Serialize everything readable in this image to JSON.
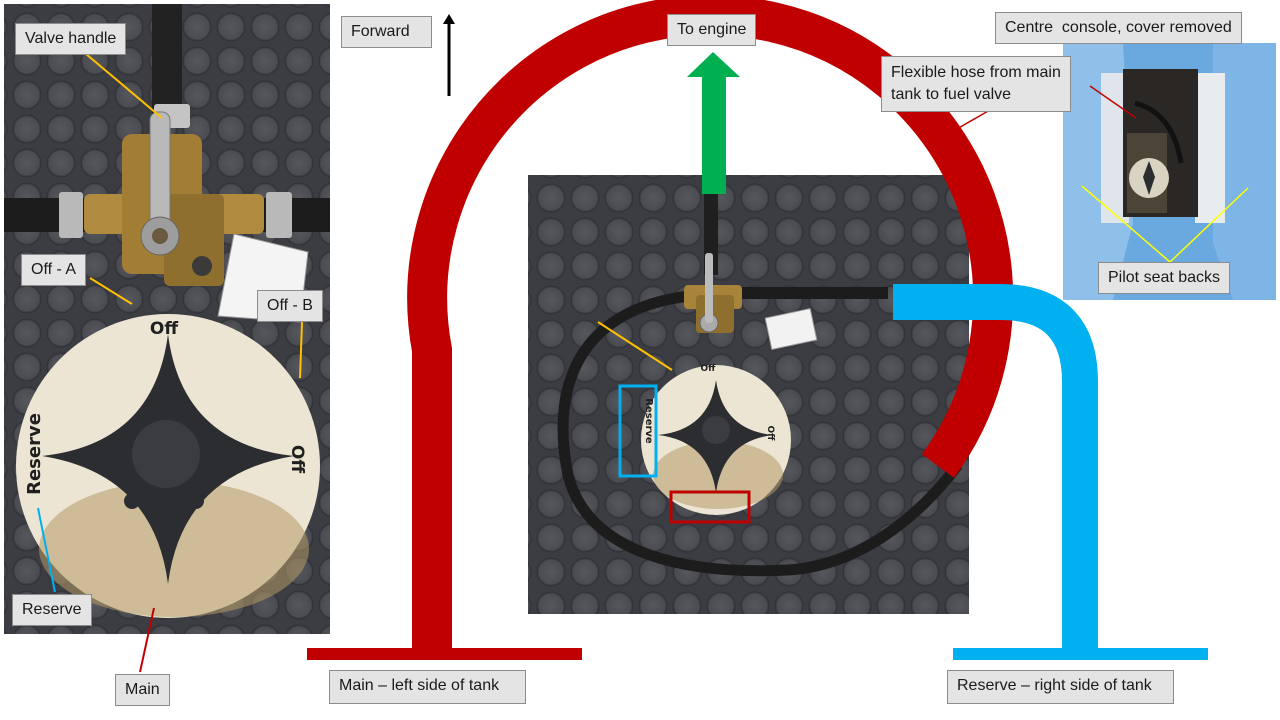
{
  "labels": {
    "valve_handle": "Valve handle",
    "off_a": "Off - A",
    "off_b": "Off - B",
    "reserve": "Reserve",
    "main": "Main",
    "forward": "Forward",
    "to_engine": "To engine",
    "centre_console": "Centre  console, cover removed",
    "flexible_hose": "Flexible hose from main\ntank to fuel valve",
    "pilot_seat_backs": "Pilot seat backs",
    "main_left_side": "Main – left side of tank",
    "reserve_right_side": "Reserve – right side of tank"
  },
  "disc": {
    "off_top": "Off",
    "off_side": "Off",
    "reserve": "Reserve"
  },
  "colors": {
    "main_pipe": "#c00000",
    "reserve_pipe": "#00b0f0",
    "engine_arrow": "#00b050",
    "callout_orange": "#ffc000",
    "callout_red": "#c00000",
    "callout_blue": "#00b0f0",
    "callout_yellow": "#ffff00"
  }
}
